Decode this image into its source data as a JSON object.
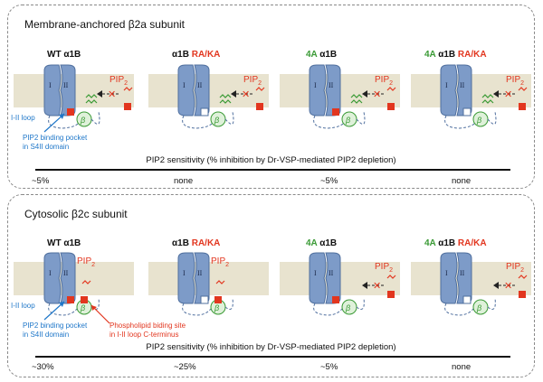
{
  "panels": [
    {
      "title": "Membrane-anchored β2a subunit",
      "sensitivity_title": "PIP2 sensitivity (% inhibition by Dr-VSP-mediated PIP2 depletion)",
      "channels": [
        {
          "prefix": "",
          "name": "WT α1B",
          "suffix": "",
          "sensitivity": "~5%"
        },
        {
          "prefix": "",
          "name": "α1B",
          "suffix": "RA/KA",
          "sensitivity": "none"
        },
        {
          "prefix": "4A",
          "name": "α1B",
          "suffix": "",
          "sensitivity": "~5%"
        },
        {
          "prefix": "4A",
          "name": "α1B",
          "suffix": "RA/KA",
          "sensitivity": "none"
        }
      ],
      "annotations": {
        "loop_label": "I-II loop",
        "pocket_label_line1": "PIP2 binding pocket",
        "pocket_label_line2": "in S4II domain"
      }
    },
    {
      "title": "Cytosolic β2c subunit",
      "sensitivity_title": "PIP2 sensitivity (% inhibition by Dr-VSP-mediated PIP2 depletion)",
      "channels": [
        {
          "prefix": "",
          "name": "WT α1B",
          "suffix": "",
          "sensitivity": "~30%"
        },
        {
          "prefix": "",
          "name": "α1B",
          "suffix": "RA/KA",
          "sensitivity": "~25%"
        },
        {
          "prefix": "4A",
          "name": "α1B",
          "suffix": "",
          "sensitivity": "~5%"
        },
        {
          "prefix": "4A",
          "name": "α1B",
          "suffix": "RA/KA",
          "sensitivity": "none"
        }
      ],
      "annotations": {
        "loop_label": "I-II loop",
        "pocket_label_line1": "PIP2 binding pocket",
        "pocket_label_line2": "in S4II domain",
        "site_label_line1": "Phospholipid biding site",
        "site_label_line2": "in I-II loop C-terminus"
      }
    }
  ],
  "glyphs": {
    "pip2": "PIP2",
    "beta": "β",
    "domain_i": "I",
    "domain_ii": "II"
  },
  "colors": {
    "membrane": "#e8e3cf",
    "channel": "#7d9bc8",
    "channel_dark": "#4f6f9e",
    "pip2_red": "#e2361f",
    "annotation_blue": "#1f77c9",
    "mutant_green": "#3a9a35",
    "beta_green": "#3a9a35"
  }
}
